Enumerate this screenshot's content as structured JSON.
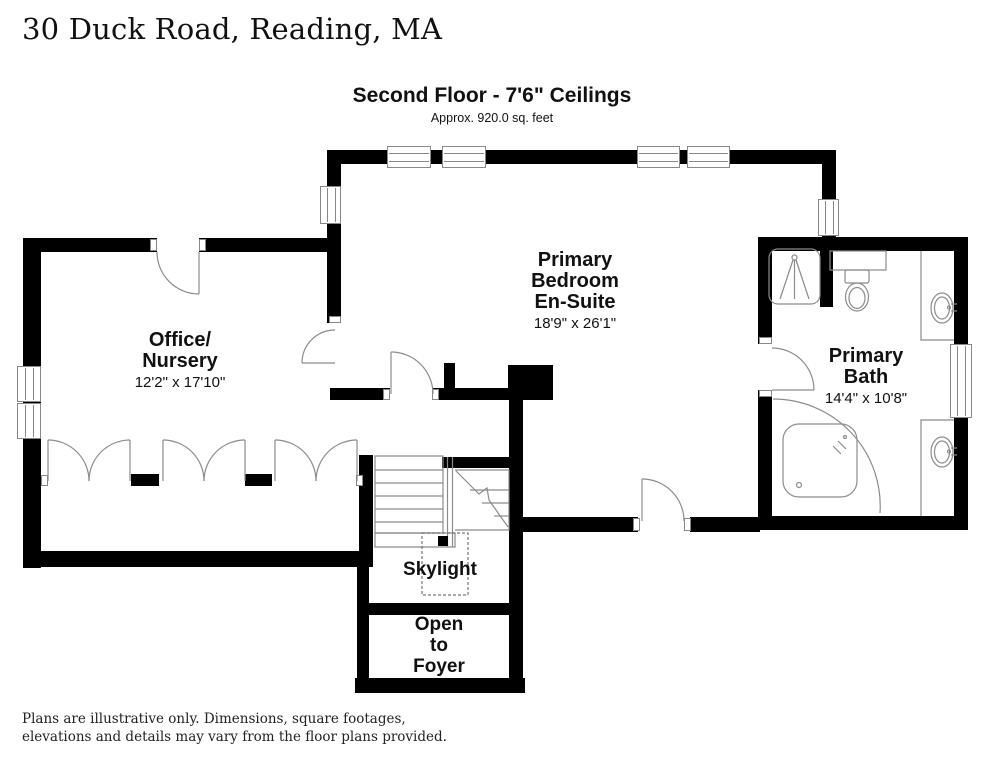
{
  "page": {
    "title": "30 Duck Road, Reading, MA",
    "disclaimer_line1": "Plans are illustrative only. Dimensions, square footages,",
    "disclaimer_line2": "elevations and details may vary from the floor plans provided."
  },
  "plan": {
    "heading": "Second Floor - 7'6\" Ceilings",
    "subheading": "Approx. 920.0 sq. feet",
    "rooms": {
      "office": {
        "name_line1": "Office/",
        "name_line2": "Nursery",
        "dimensions": "12'2\" x 17'10\""
      },
      "bedroom": {
        "name_line1": "Primary",
        "name_line2": "Bedroom",
        "name_line3": "En-Suite",
        "dimensions": "18'9\" x 26'1\""
      },
      "bath": {
        "name_line1": "Primary",
        "name_line2": "Bath",
        "dimensions": "14'4\" x 10'8\""
      },
      "skylight": {
        "label": "Skylight"
      },
      "foyer": {
        "label_line1": "Open",
        "label_line2": "to",
        "label_line3": "Foyer"
      }
    }
  },
  "colors": {
    "wall": "#000000",
    "thin_line": "#8c8c8c",
    "text": "#111111",
    "background": "#ffffff"
  }
}
